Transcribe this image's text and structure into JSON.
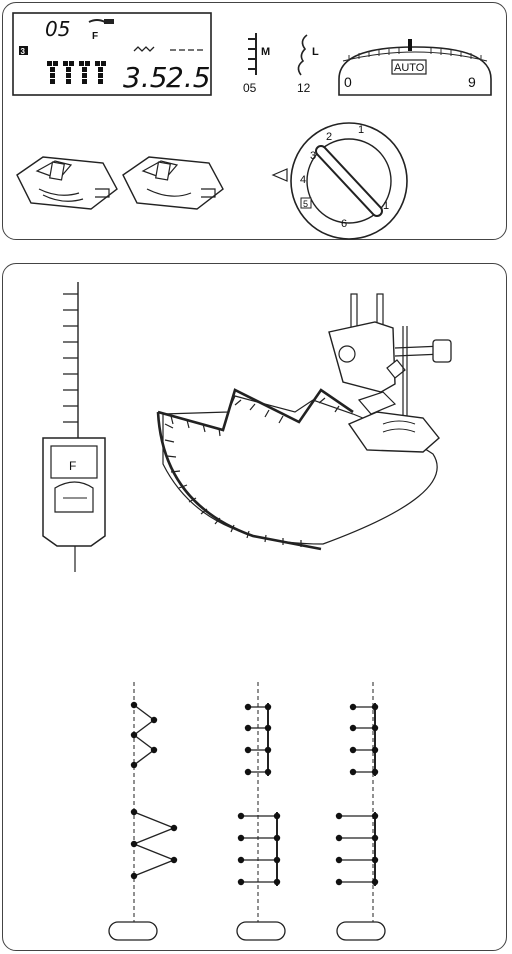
{
  "lcd": {
    "pattern_number": "05",
    "foot_letter": "F",
    "memory_badge": "3",
    "stitch_width": "3.5",
    "stitch_length": "2.5"
  },
  "pattern_icons": {
    "left_letter": "M",
    "left_number": "05",
    "right_letter": "L",
    "right_number": "12"
  },
  "tension_dial": {
    "min_label": "0",
    "auto_label": "AUTO",
    "max_label": "9"
  },
  "pressure_dial": {
    "labels": [
      "2",
      "1",
      "3",
      "4",
      "5",
      "6",
      "1"
    ]
  },
  "presser_foot": {
    "label": "F"
  }
}
